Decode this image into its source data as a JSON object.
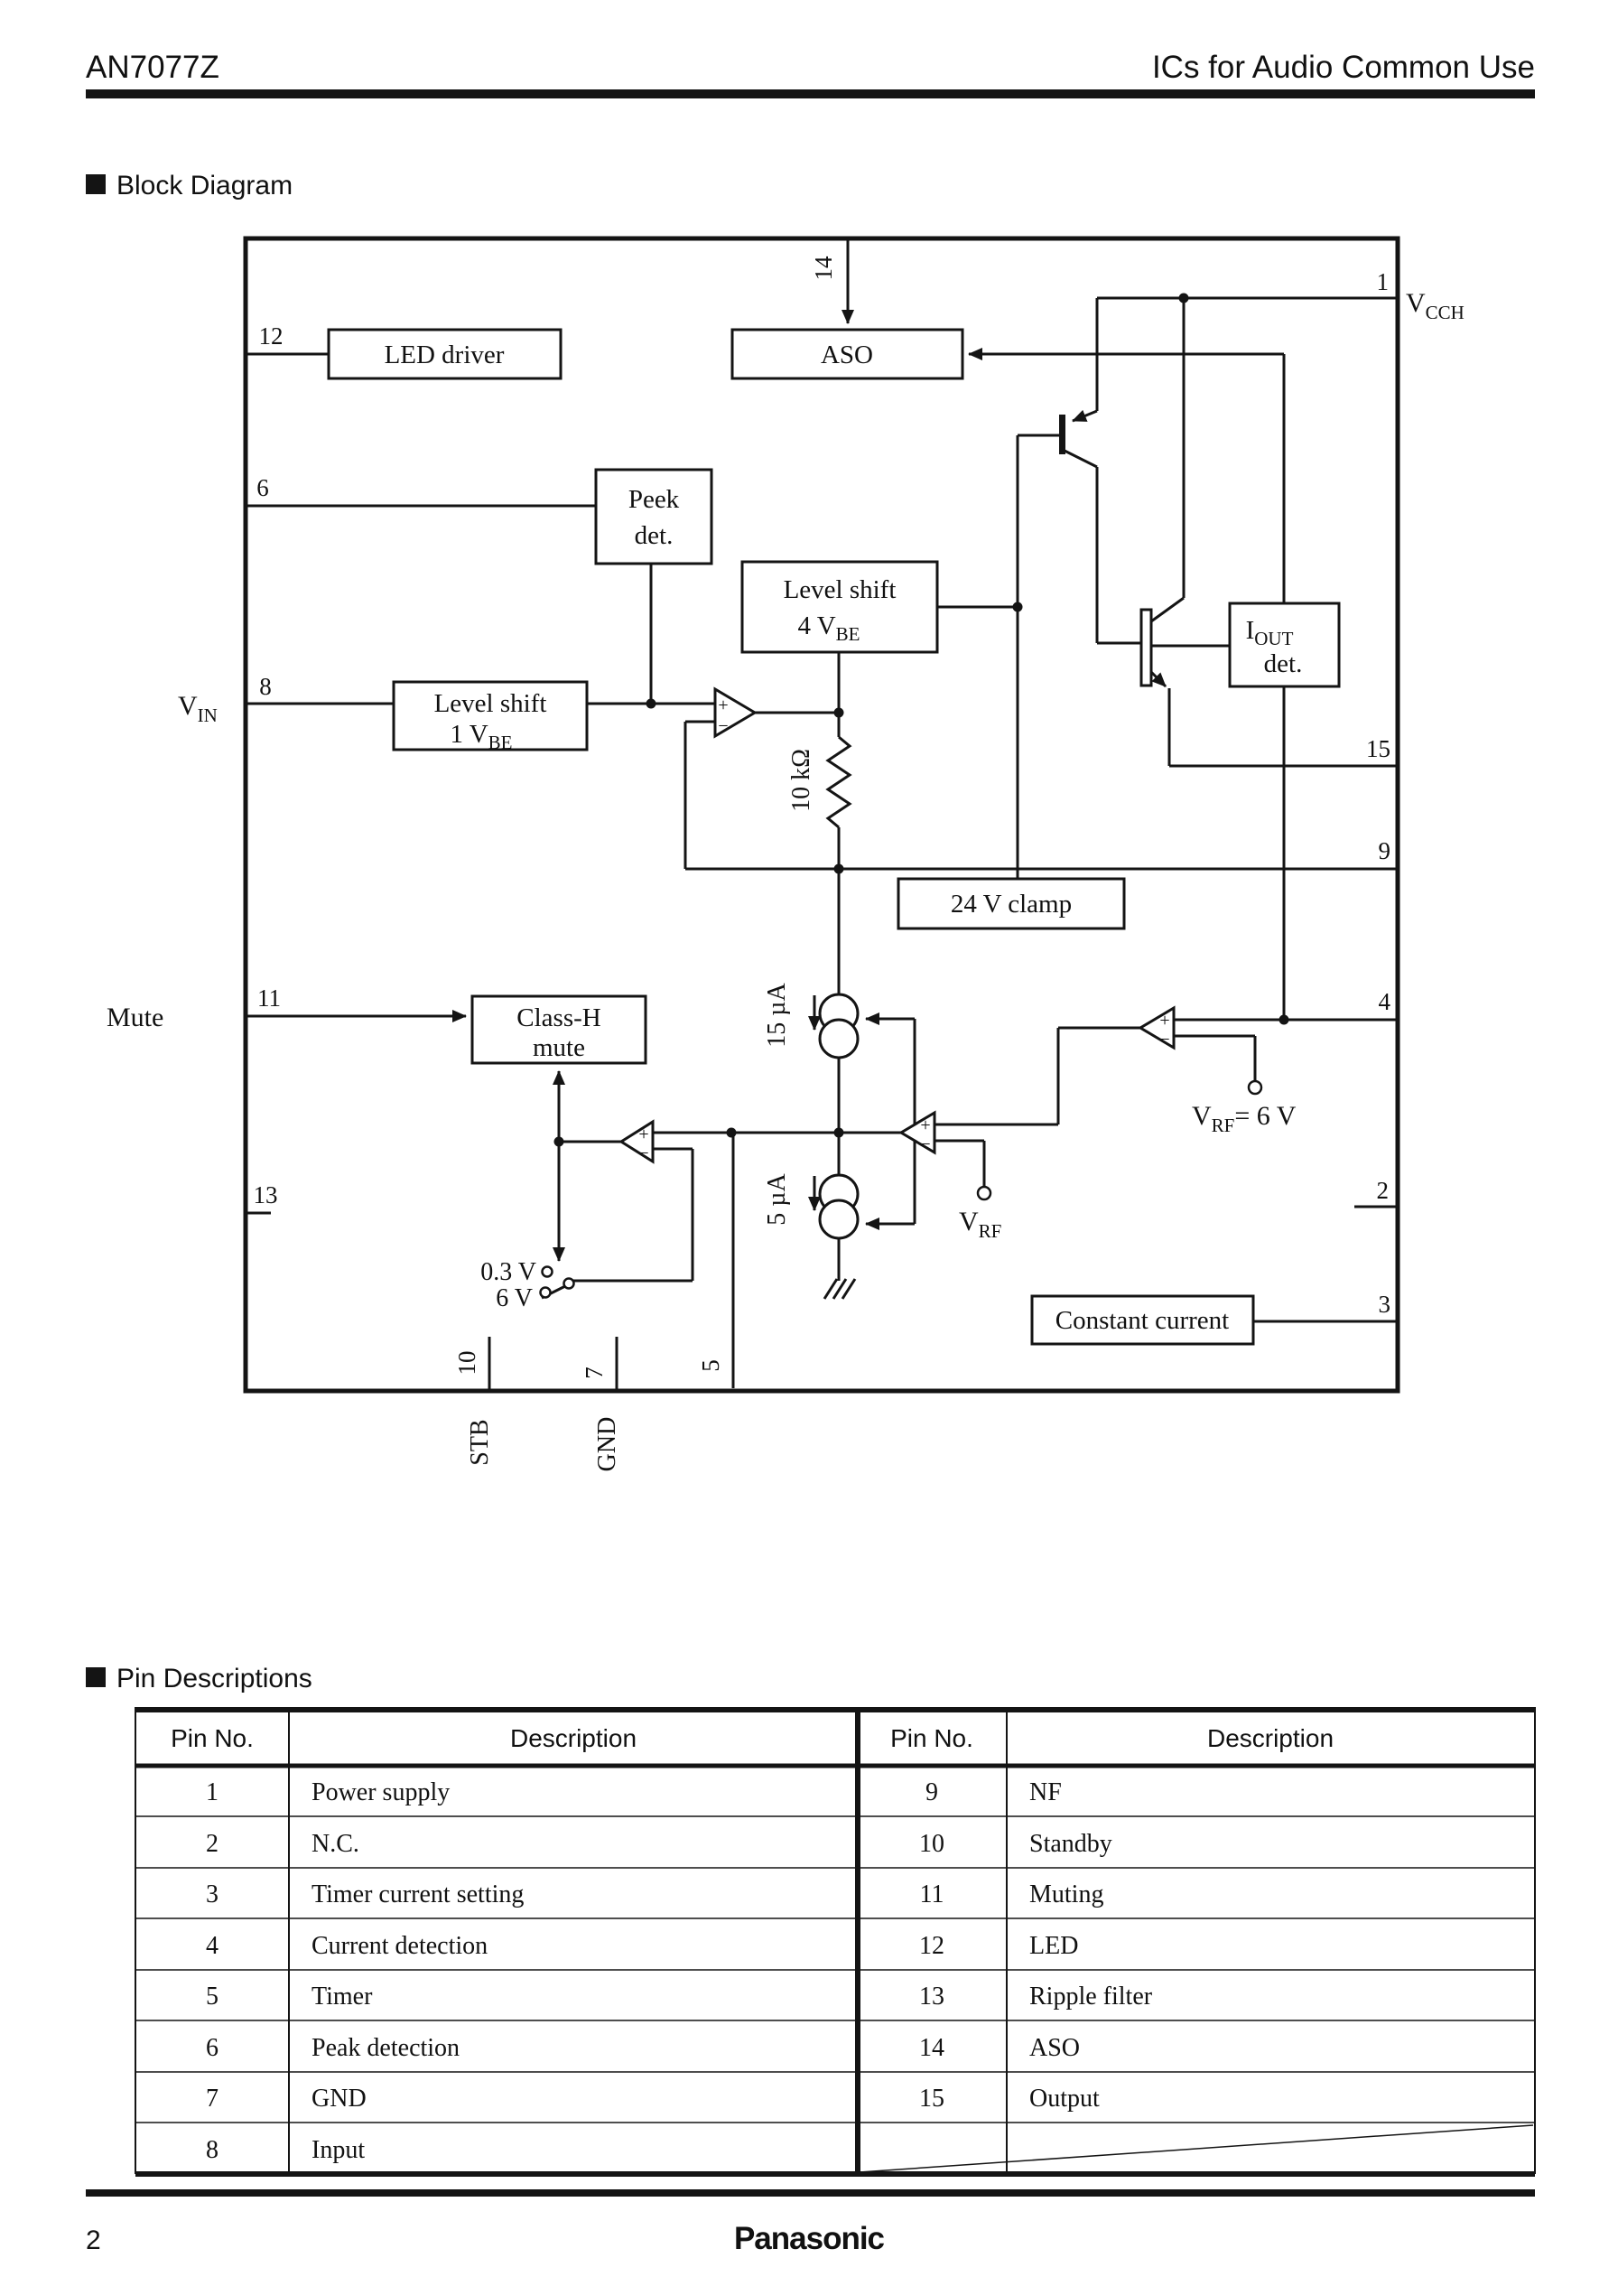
{
  "page": {
    "title_left": "AN7077Z",
    "title_right": "ICs for Audio Common Use",
    "page_number": "2",
    "brand": "Panasonic"
  },
  "sections": {
    "block_diagram": "Block Diagram",
    "pin_descriptions": "Pin Descriptions"
  },
  "diagram": {
    "pins": {
      "p1": "1",
      "p2": "2",
      "p3": "3",
      "p4": "4",
      "p5": "5",
      "p6": "6",
      "p7": "7",
      "p8": "8",
      "p9": "9",
      "p10": "10",
      "p11": "11",
      "p12": "12",
      "p13": "13",
      "p14": "14",
      "p15": "15"
    },
    "blocks": {
      "led_driver": "LED driver",
      "aso": "ASO",
      "peak_det_1": "Peek",
      "peak_det_2": "det.",
      "level_shift_4_1": "Level shift",
      "level_shift_4_2": "4 V",
      "level_shift_4_sub": "BE",
      "level_shift_1_1": "Level shift",
      "level_shift_1_2": "1 V",
      "level_shift_1_sub": "BE",
      "clamp_24v": "24 V clamp",
      "iout_det_i": "I",
      "iout_det_i_sub": "OUT",
      "iout_det_2": "det.",
      "class_h_1": "Class-H",
      "class_h_2": "mute",
      "constant_current": "Constant current"
    },
    "labels": {
      "vcch": "V",
      "vcch_sub": "CCH",
      "vin": "V",
      "vin_sub": "IN",
      "mute": "Mute",
      "stb": "STB",
      "gnd": "GND",
      "r_10k": "10 kΩ",
      "i_15ua": "15 µA",
      "i_5ua": "5 µA",
      "v_03": "0.3 V",
      "v_6": "6 V",
      "vrf": "V",
      "vrf_sub": "RF",
      "vrf6": "V",
      "vrf6_sub": "RF",
      "vrf6_eq": "= 6 V",
      "plus": "+",
      "minus": "−"
    }
  },
  "table": {
    "left": {
      "h_pin": "Pin No.",
      "h_desc": "Description",
      "rows": [
        [
          "1",
          "Power supply"
        ],
        [
          "2",
          "N.C."
        ],
        [
          "3",
          "Timer current setting"
        ],
        [
          "4",
          "Current detection"
        ],
        [
          "5",
          "Timer"
        ],
        [
          "6",
          "Peak detection"
        ],
        [
          "7",
          "GND"
        ],
        [
          "8",
          "Input"
        ]
      ]
    },
    "right": {
      "h_pin": "Pin No.",
      "h_desc": "Description",
      "rows": [
        [
          "9",
          "NF"
        ],
        [
          "10",
          "Standby"
        ],
        [
          "11",
          "Muting"
        ],
        [
          "12",
          "LED"
        ],
        [
          "13",
          "Ripple filter"
        ],
        [
          "14",
          "ASO"
        ],
        [
          "15",
          "Output"
        ]
      ]
    }
  }
}
